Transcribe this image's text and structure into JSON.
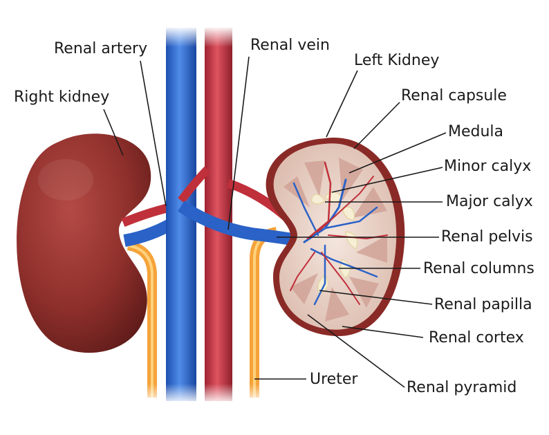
{
  "labels": {
    "renal_artery": "Renal artery",
    "renal_vein": "Renal vein",
    "left_kidney": "Left Kidney",
    "right_kidney": "Right kidney",
    "renal_capsule": "Renal capsule",
    "medula": "Medula",
    "minor_calyx": "Minor calyx",
    "major_calyx": "Major calyx",
    "renal_pelvis": "Renal pelvis",
    "renal_columns": "Renal columns",
    "renal_papilla": "Renal papilla",
    "renal_cortex": "Renal cortex",
    "ureter": "Ureter",
    "renal_pyramid": "Renal pyramid"
  },
  "colors": {
    "kidney": "#8e2f2b",
    "vein_blue": "#2a62c7",
    "artery_red": "#c0303a",
    "ureter_orange": "#f5a33a",
    "cortex": "#e8d1c5",
    "capsule": "#8a2a27"
  }
}
